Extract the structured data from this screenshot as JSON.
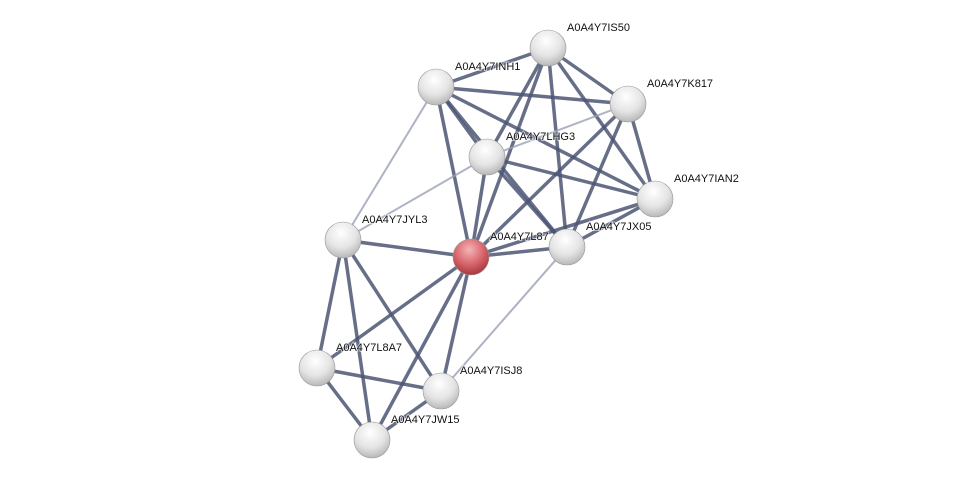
{
  "network": {
    "colors": {
      "edge": "#4b5573",
      "edge_light": "#9aa0b4",
      "node": "#e6e6e6",
      "query_node": "#d9686e"
    },
    "nodes": [
      {
        "id": "IS50",
        "label": "A0A4Y7IS50"
      },
      {
        "id": "INH1",
        "label": "A0A4Y7INH1"
      },
      {
        "id": "K817",
        "label": "A0A4Y7K817"
      },
      {
        "id": "LHG3",
        "label": "A0A4Y7LHG3"
      },
      {
        "id": "IAN2",
        "label": "A0A4Y7IAN2"
      },
      {
        "id": "JYL3",
        "label": "A0A4Y7JYL3"
      },
      {
        "id": "L87",
        "label": "A0A4Y7L87",
        "query": true
      },
      {
        "id": "JX05",
        "label": "A0A4Y7JX05"
      },
      {
        "id": "L8A7",
        "label": "A0A4Y7L8A7"
      },
      {
        "id": "ISJ8",
        "label": "A0A4Y7ISJ8"
      },
      {
        "id": "JW15",
        "label": "A0A4Y7JW15"
      }
    ],
    "edges": [
      [
        "INH1",
        "IS50",
        1
      ],
      [
        "INH1",
        "K817",
        1
      ],
      [
        "INH1",
        "LHG3",
        1
      ],
      [
        "INH1",
        "IAN2",
        1
      ],
      [
        "INH1",
        "JX05",
        1
      ],
      [
        "INH1",
        "L87",
        1
      ],
      [
        "INH1",
        "JYL3",
        0
      ],
      [
        "IS50",
        "K817",
        1
      ],
      [
        "IS50",
        "LHG3",
        1
      ],
      [
        "IS50",
        "L87",
        1
      ],
      [
        "IS50",
        "JX05",
        1
      ],
      [
        "IS50",
        "IAN2",
        1
      ],
      [
        "K817",
        "LHG3",
        0
      ],
      [
        "K817",
        "L87",
        1
      ],
      [
        "K817",
        "JX05",
        1
      ],
      [
        "K817",
        "IAN2",
        1
      ],
      [
        "LHG3",
        "IAN2",
        1
      ],
      [
        "LHG3",
        "JX05",
        1
      ],
      [
        "LHG3",
        "L87",
        1
      ],
      [
        "LHG3",
        "JYL3",
        0
      ],
      [
        "IAN2",
        "JX05",
        1
      ],
      [
        "IAN2",
        "L87",
        1
      ],
      [
        "JYL3",
        "L87",
        1
      ],
      [
        "JYL3",
        "L8A7",
        1
      ],
      [
        "JYL3",
        "ISJ8",
        1
      ],
      [
        "JYL3",
        "JW15",
        1
      ],
      [
        "L87",
        "JX05",
        1
      ],
      [
        "L87",
        "L8A7",
        1
      ],
      [
        "L87",
        "ISJ8",
        1
      ],
      [
        "L87",
        "JW15",
        1
      ],
      [
        "JX05",
        "ISJ8",
        0
      ],
      [
        "L8A7",
        "ISJ8",
        1
      ],
      [
        "L8A7",
        "JW15",
        1
      ],
      [
        "ISJ8",
        "JW15",
        1
      ]
    ]
  }
}
